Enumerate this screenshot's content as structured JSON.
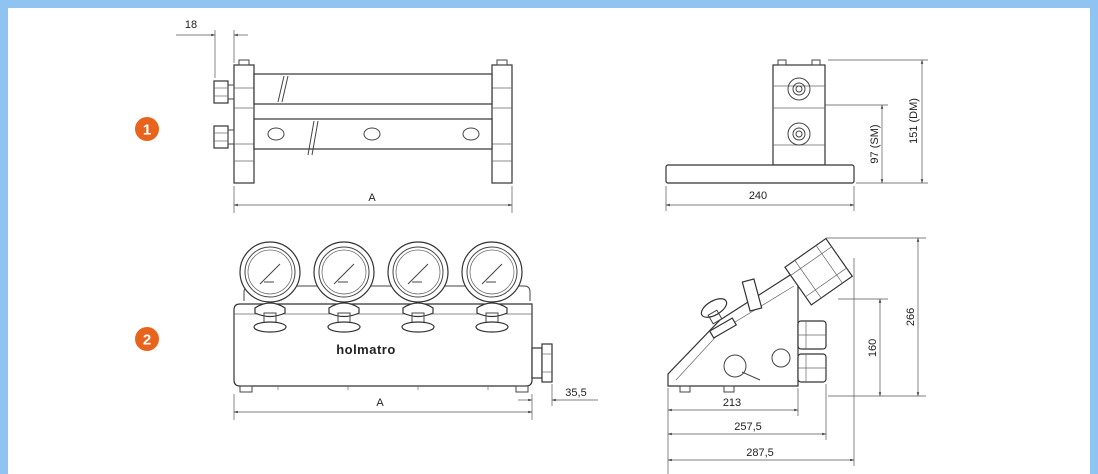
{
  "badges": [
    {
      "label": "1",
      "color": "#e8641c"
    },
    {
      "label": "2",
      "color": "#e8641c"
    }
  ],
  "colors": {
    "background_frame": "#8fc3f1",
    "line": "#444444",
    "badge": "#e8641c"
  },
  "view1_front": {
    "dim_top": "18",
    "dim_length": "A"
  },
  "view1_side": {
    "dim_width": "240",
    "dim_height_sm": "97 (SM)",
    "dim_height_dm": "151 (DM)"
  },
  "view2_front": {
    "brand": "holmatro",
    "dim_length": "A",
    "dim_offset": "35,5"
  },
  "view2_side": {
    "dim_height_total": "266",
    "dim_height_mid": "160",
    "dim_depth_1": "213",
    "dim_depth_2": "257,5",
    "dim_depth_3": "287,5"
  }
}
